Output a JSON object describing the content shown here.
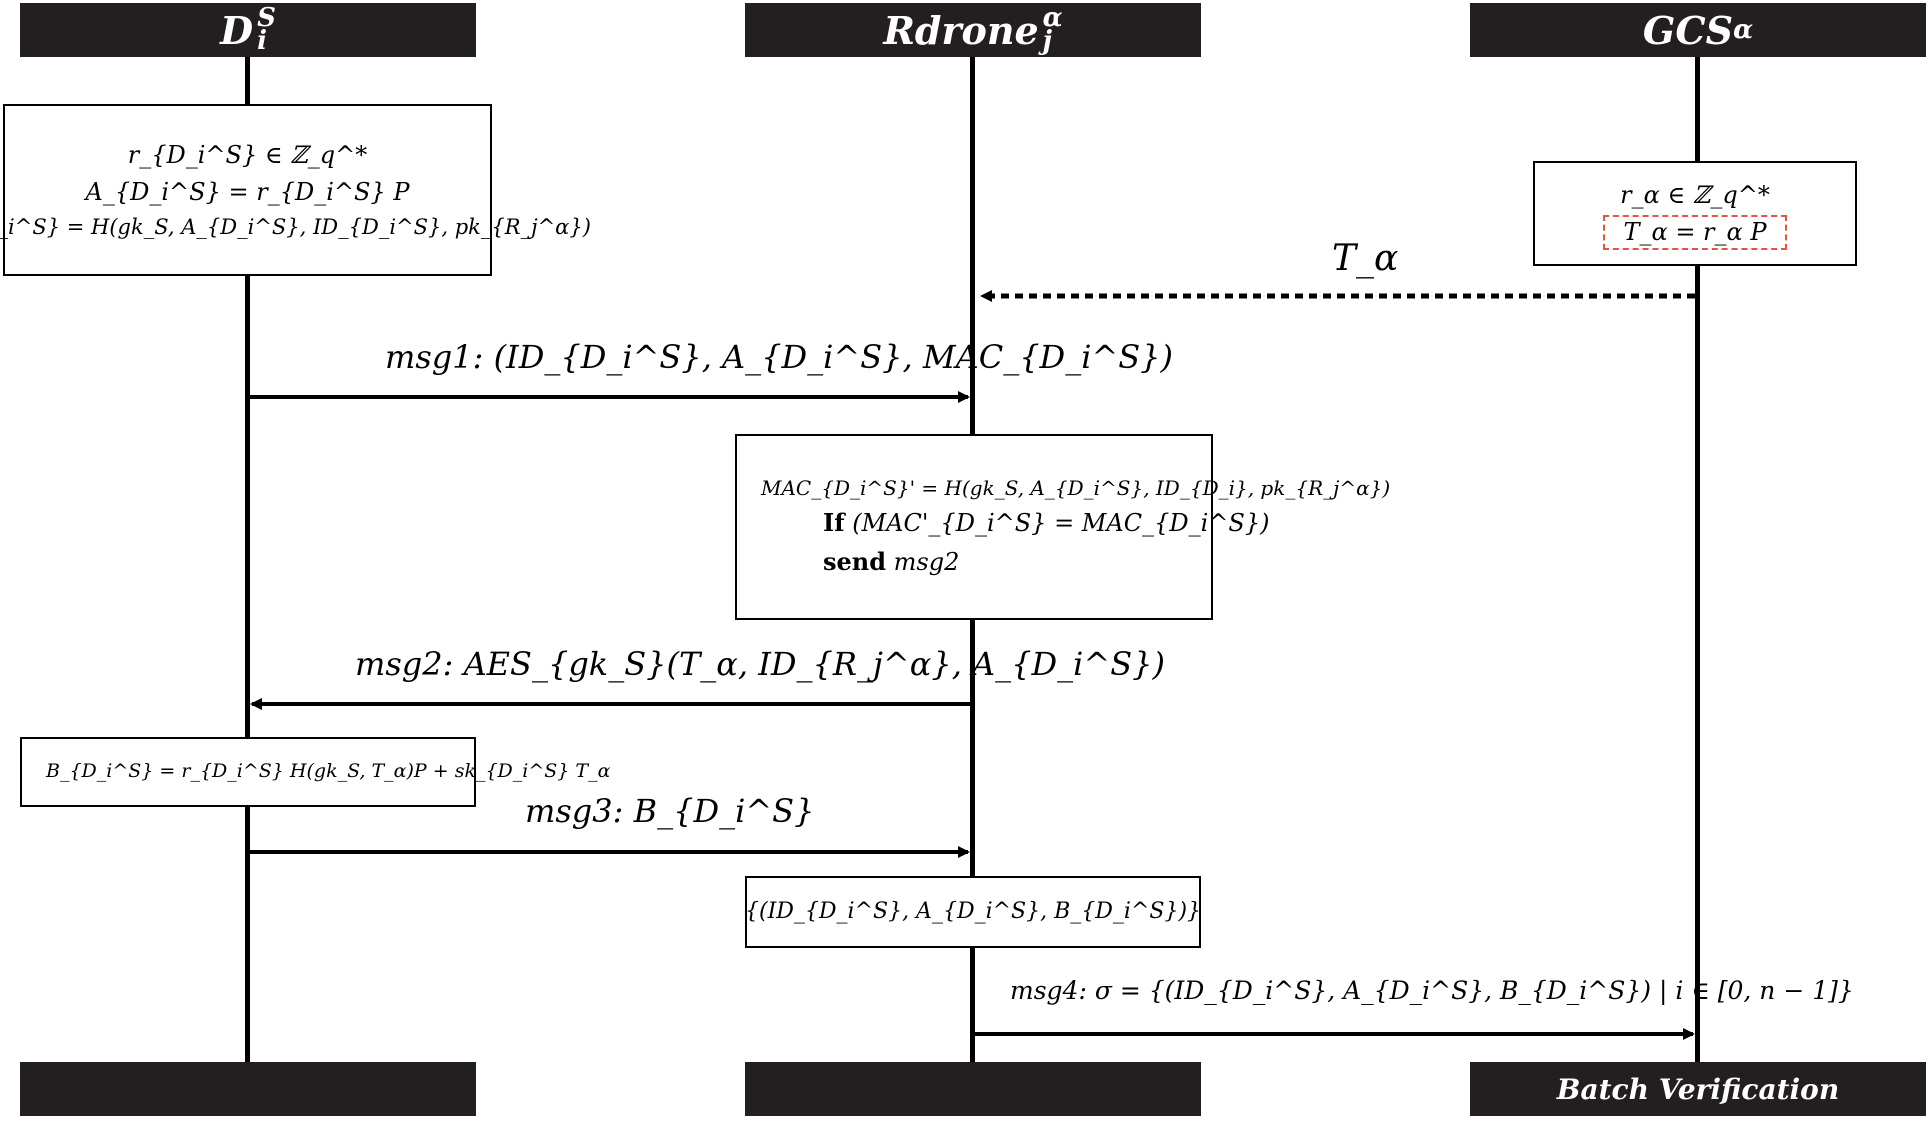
{
  "headers": {
    "drone": {
      "base": "D",
      "sup": "S",
      "sub": "i"
    },
    "rdrone": {
      "base": "Rdrone",
      "sup": "α",
      "sub": "j"
    },
    "gcs": {
      "base": "GCS",
      "sub": "α"
    },
    "footer_right": "Batch Verification"
  },
  "boxes": {
    "drone_init": {
      "line1": "r_{D_i^S} ∈ ℤ_q^*",
      "line2": "A_{D_i^S} = r_{D_i^S} P",
      "line3": "MAC_{D_i^S} = H(gk_S, A_{D_i^S}, ID_{D_i^S}, pk_{R_j^α})"
    },
    "gcs_init": {
      "line1": "r_α ∈ ℤ_q^*",
      "line2": "T_α = r_α P"
    },
    "rdrone_verify": {
      "line1": "MAC_{D_i^S}' = H(gk_S, A_{D_i^S}, ID_{D_i}, pk_{R_j^α})",
      "if_keyword": "If",
      "if_cond": "(MAC'_{D_i^S} = MAC_{D_i^S})",
      "send_keyword": "send",
      "send_target": "msg2"
    },
    "drone_b": {
      "line1": "B_{D_i^S} = r_{D_i^S} H(gk_S, T_α)P + sk_{D_i^S} T_α"
    },
    "rdrone_collect": {
      "line1": "{(ID_{D_i^S}, A_{D_i^S}, B_{D_i^S})}"
    }
  },
  "messages": {
    "t_alpha": "T_α",
    "msg1": "msg1: (ID_{D_i^S}, A_{D_i^S}, MAC_{D_i^S})",
    "msg2": "msg2: AES_{gk_S}(T_α, ID_{R_j^α}, A_{D_i^S})",
    "msg3": "msg3: B_{D_i^S}",
    "msg4": "msg4: σ = {(ID_{D_i^S}, A_{D_i^S}, B_{D_i^S}) | i ∈ [0, n − 1]}"
  },
  "colors": {
    "header_bg": "#231f20",
    "red_dashed": "#e5553d"
  }
}
